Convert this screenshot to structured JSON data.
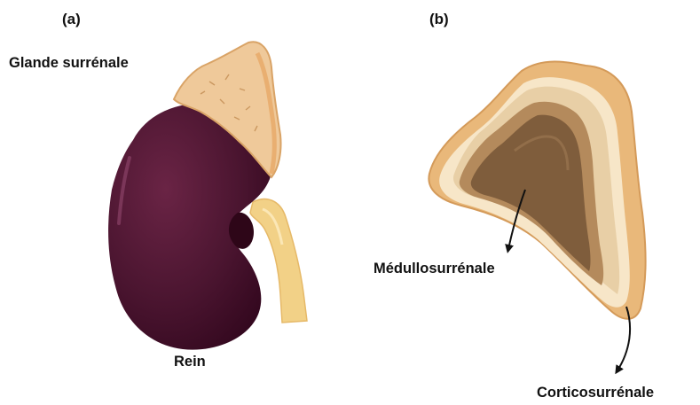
{
  "panels": {
    "a": {
      "tag": "(a)",
      "labels": {
        "adrenal_gland": "Glande surrénale",
        "kidney": "Rein"
      }
    },
    "b": {
      "tag": "(b)",
      "labels": {
        "medulla": "Médullosurrénale",
        "cortex": "Corticosurrénale"
      }
    }
  },
  "colors": {
    "kidney": "#4b1530",
    "adrenal": "#efc99a",
    "ureter": "#f2d187",
    "cortex_outer": "#e9b87a",
    "cortex_inner": "#f7e6c8",
    "medulla_ring": "#b48a5c",
    "medulla_core": "#7f5d3c",
    "arrow": "#111111"
  }
}
